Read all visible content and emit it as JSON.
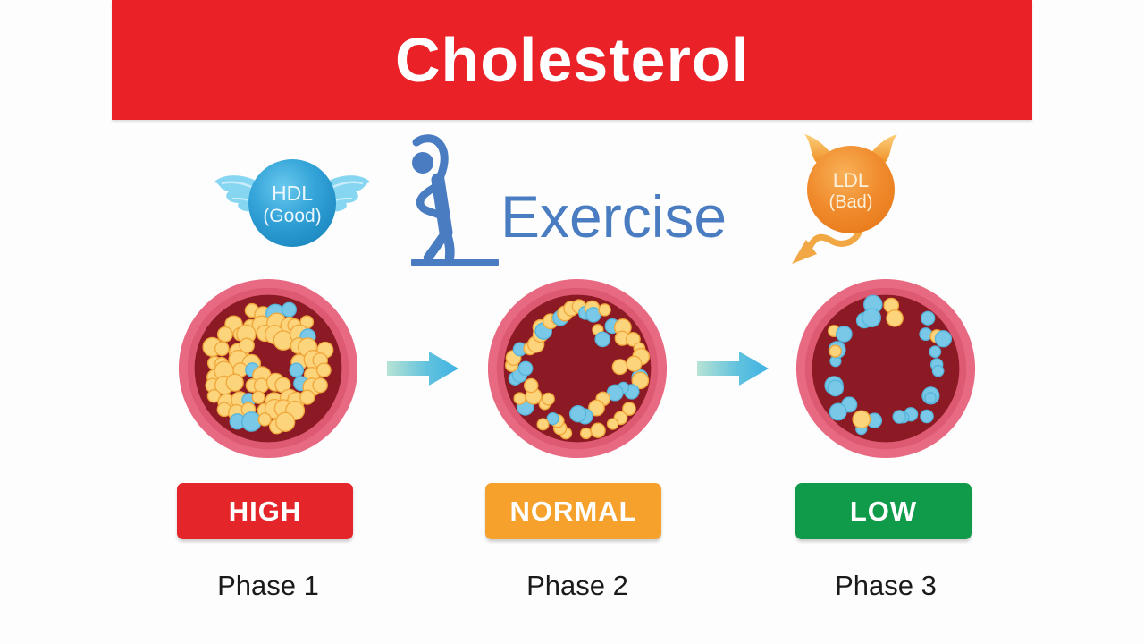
{
  "header": {
    "title": "Cholesterol"
  },
  "badges": {
    "hdl": {
      "line1": "HDL",
      "line2": "(Good)"
    },
    "exercise": {
      "label": "Exercise"
    },
    "ldl": {
      "line1": "LDL",
      "line2": "(Bad)"
    }
  },
  "phases": [
    {
      "name": "Phase 1",
      "level": "HIGH",
      "level_color": "#e4252a",
      "vessel": {
        "mode": "packed",
        "seed": 13,
        "count": 90,
        "blue_ratio": 0.1
      }
    },
    {
      "name": "Phase 2",
      "level": "NORMAL",
      "level_color": "#f5a12c",
      "vessel": {
        "mode": "ring",
        "seed": 29,
        "count": 56,
        "blue_ratio": 0.38
      }
    },
    {
      "name": "Phase 3",
      "level": "LOW",
      "level_color": "#0f9b49",
      "vessel": {
        "mode": "sparse",
        "seed": 97,
        "count": 30,
        "blue_ratio": 0.8
      }
    }
  ],
  "colors": {
    "banner_bg": "#ea2127",
    "banner_text": "#ffffff",
    "exercise_blue": "#4a7cc2",
    "phase_text": "#1a1a1a",
    "hdl_blue": "#2d9bd3",
    "ldl_orange": "#f08329",
    "vessel_wall": "#e86a82",
    "vessel_wall_inner": "#de5a73",
    "vessel_lumen": "#8c1a24",
    "particle_yellow": "#fcd47c",
    "particle_yellow_edge": "#f0a83c",
    "particle_blue": "#79c8e8",
    "particle_blue_edge": "#58b5da",
    "arrow_from": "#b7e3d4",
    "arrow_to": "#3fb2e3"
  }
}
